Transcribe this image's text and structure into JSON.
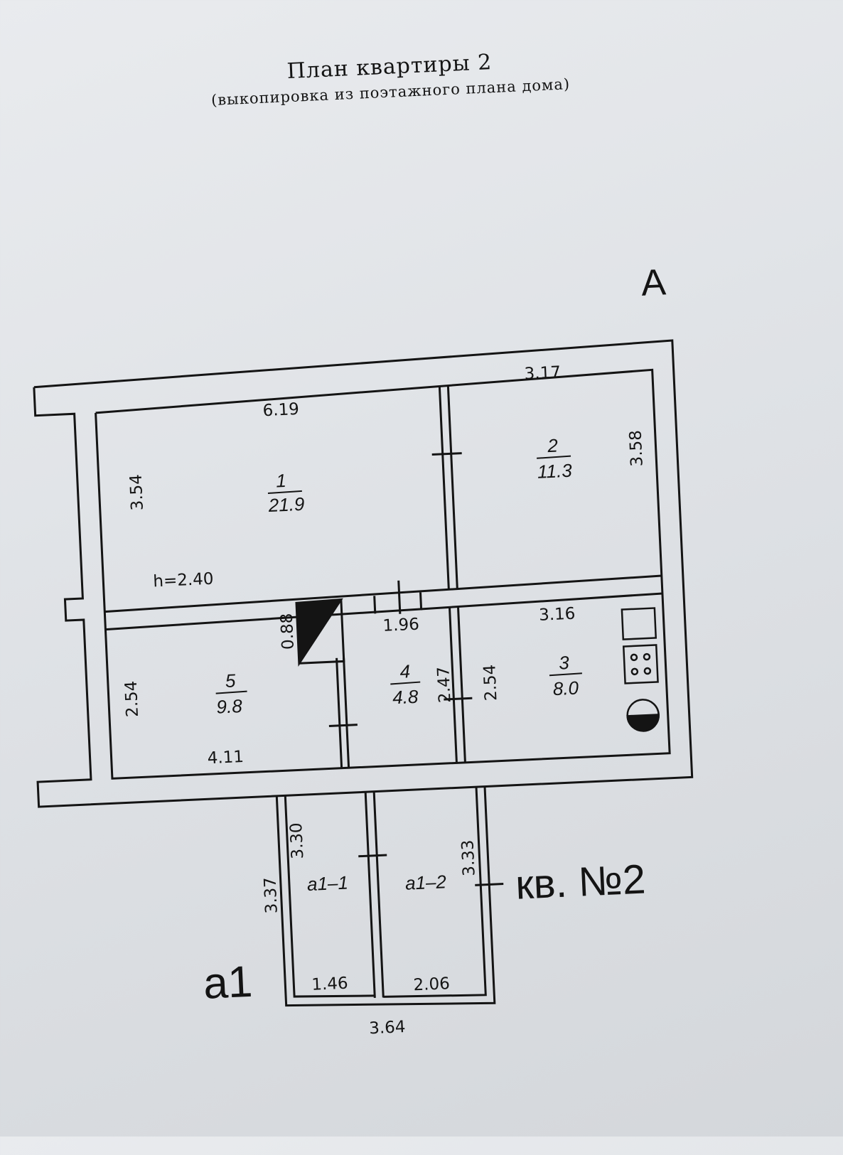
{
  "title": "План квартиры 2",
  "subtitle": "(выкопировка из поэтажного плана дома)",
  "axis_label": "А",
  "height_note": "h=2.40",
  "apartment_label": "кв. №2",
  "annex_label": "а1",
  "rooms": [
    {
      "number": "1",
      "area": "21.9"
    },
    {
      "number": "2",
      "area": "11.3"
    },
    {
      "number": "3",
      "area": "8.0"
    },
    {
      "number": "4",
      "area": "4.8"
    },
    {
      "number": "5",
      "area": "9.8"
    },
    {
      "number": "а1–1",
      "area": ""
    },
    {
      "number": "а1–2",
      "area": ""
    }
  ],
  "dimensions": {
    "room1_width": "6.19",
    "room1_height": "3.54",
    "room2_width": "3.17",
    "room2_height": "3.58",
    "room3_width": "3.16",
    "room3_height": "2.54",
    "room4_width": "1.96",
    "room4_height": "2.47",
    "room5_width": "4.11",
    "room5_height": "2.54",
    "stair_width": "0.88",
    "annex1_height_inner": "3.30",
    "annex1_height_outer": "3.37",
    "annex2_height": "3.33",
    "annex1_width": "1.46",
    "annex2_width": "2.06",
    "annex_total_width": "3.64"
  }
}
